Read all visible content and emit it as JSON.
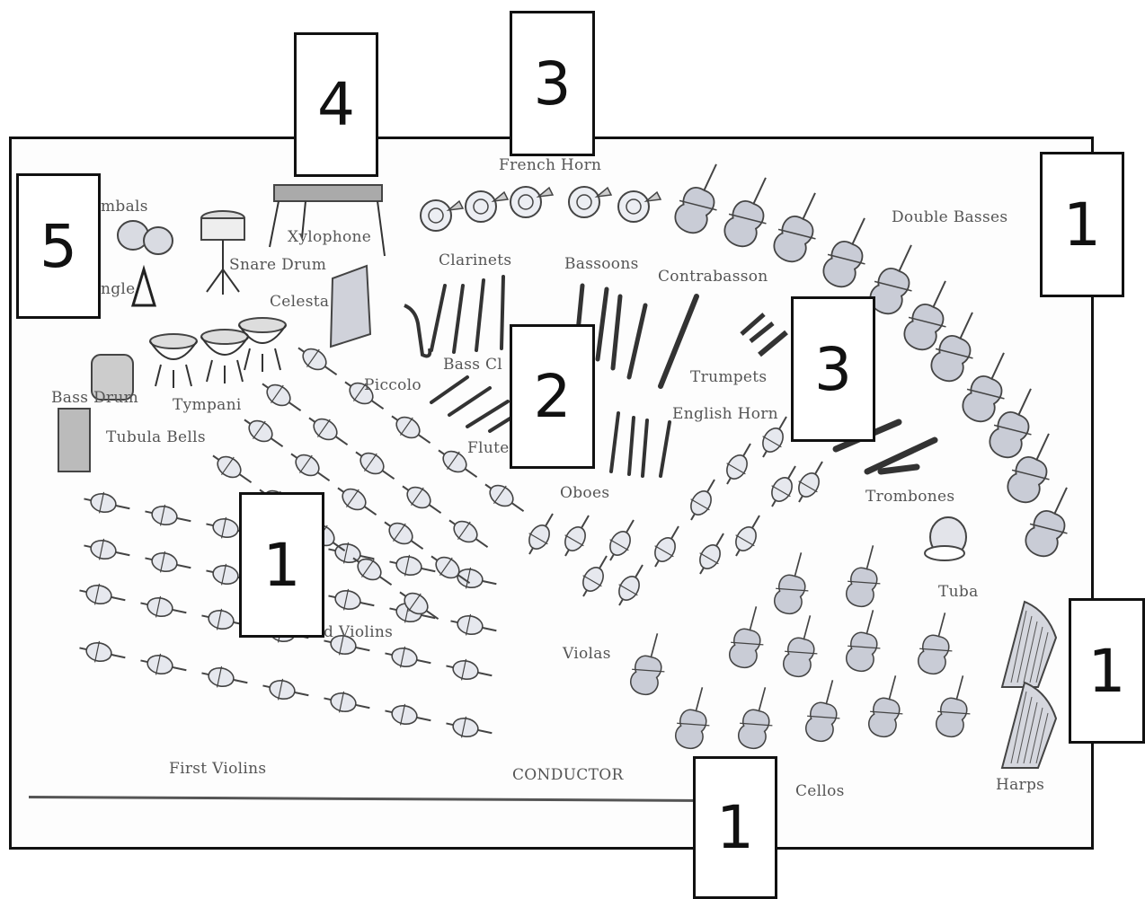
{
  "labels": {
    "cymbals": "mbals",
    "triangle": "ngle",
    "snare_drum": "Snare Drum",
    "xylophone": "Xylophone",
    "celesta": "Celesta",
    "bass_drum": "Bass Drum",
    "tympani": "Tympani",
    "tubula_bells": "Tubula Bells",
    "piccolo": "Piccolo",
    "french_horn": "French Horn",
    "clarinets": "Clarinets",
    "bassoons": "Bassoons",
    "contrabasson": "Contrabasson",
    "double_basses": "Double Basses",
    "bass_clarinet": "Bass Cl",
    "flute": "Flute",
    "trumpets": "Trumpets",
    "english_horn": "English Horn",
    "oboes": "Oboes",
    "trombones": "Trombones",
    "tuba": "Tuba",
    "second_violins": "d Violins",
    "violas": "Violas",
    "first_violins": "First Violins",
    "conductor": "CONDUCTOR",
    "cellos": "Cellos",
    "harps": "Harps"
  },
  "number_boxes": {
    "percussion_left": "5",
    "xylophone_top": "4",
    "french_horn_top": "3",
    "double_basses_right": "1",
    "woodwinds_center": "2",
    "trumpets_right": "3",
    "second_violins": "1",
    "harps_right": "1",
    "cellos_bottom": "1"
  }
}
